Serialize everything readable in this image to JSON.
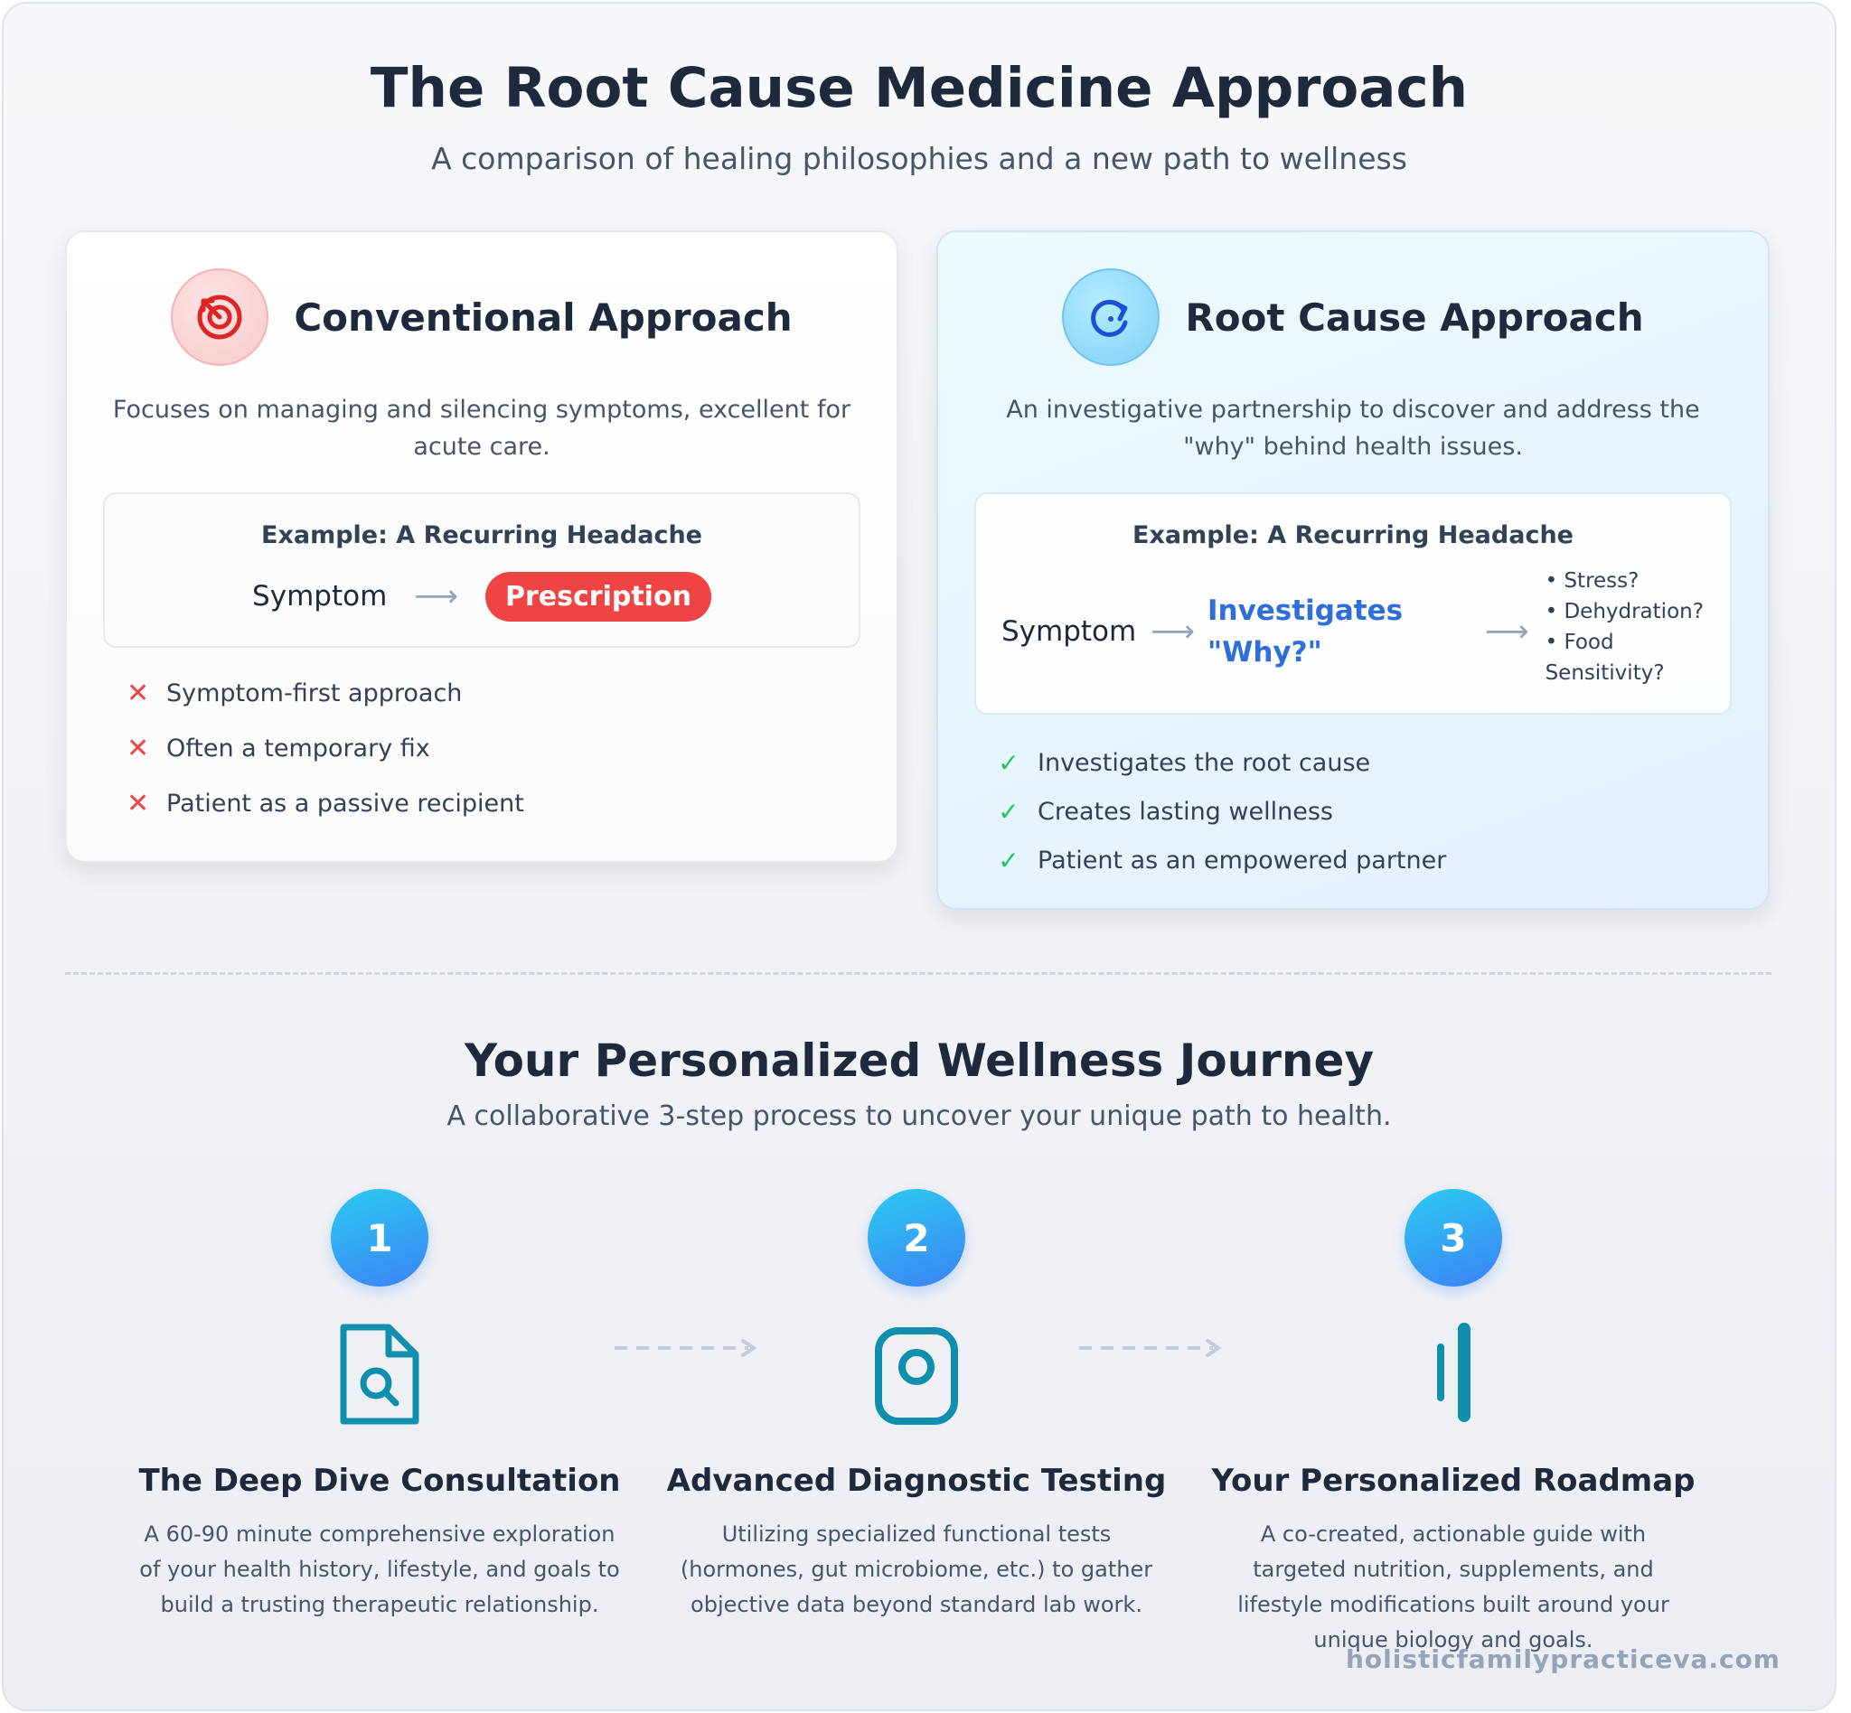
{
  "header": {
    "title": "The Root Cause Medicine Approach",
    "subtitle": "A comparison of healing philosophies and a new path to wellness"
  },
  "conventional": {
    "icon": "target-icon",
    "title": "Conventional Approach",
    "description": "Focuses on managing and silencing symptoms, excellent for acute care.",
    "example_title": "Example: A Recurring Headache",
    "flow_start": "Symptom",
    "flow_end": "Prescription",
    "points": [
      "Symptom-first approach",
      "Often a temporary fix",
      "Patient as a passive recipient"
    ],
    "accent_color": "#ef4444"
  },
  "root_cause": {
    "icon": "refresh-icon",
    "title": "Root Cause Approach",
    "description": "An investigative partnership to discover and address the \"why\" behind health issues.",
    "example_title": "Example: A Recurring Headache",
    "flow_start": "Symptom",
    "flow_middle": "Investigates \"Why?\"",
    "reasons": [
      "• Stress?",
      "• Dehydration?",
      "• Food Sensitivity?"
    ],
    "points": [
      "Investigates the root cause",
      "Creates lasting wellness",
      "Patient as an empowered partner"
    ],
    "accent_color": "#2f6ed8"
  },
  "journey": {
    "title": "Your Personalized Wellness Journey",
    "subtitle": "A collaborative 3-step process to uncover your unique path to health.",
    "steps": [
      {
        "number": "1",
        "icon": "file-search-icon",
        "title": "The Deep Dive Consultation",
        "description": "A 60-90 minute comprehensive exploration of your health history, lifestyle, and goals to build a trusting therapeutic relationship."
      },
      {
        "number": "2",
        "icon": "camera-icon",
        "title": "Advanced Diagnostic Testing",
        "description": "Utilizing specialized functional tests (hormones, gut microbiome, etc.) to gather objective data beyond standard lab work."
      },
      {
        "number": "3",
        "icon": "sliders-icon",
        "title": "Your Personalized Roadmap",
        "description": "A co-created, actionable guide with targeted nutrition, supplements, and lifestyle modifications built around your unique biology and goals."
      }
    ],
    "icon_color": "#0e8fae"
  },
  "footer": {
    "url": "holisticfamilypracticeva.com"
  }
}
